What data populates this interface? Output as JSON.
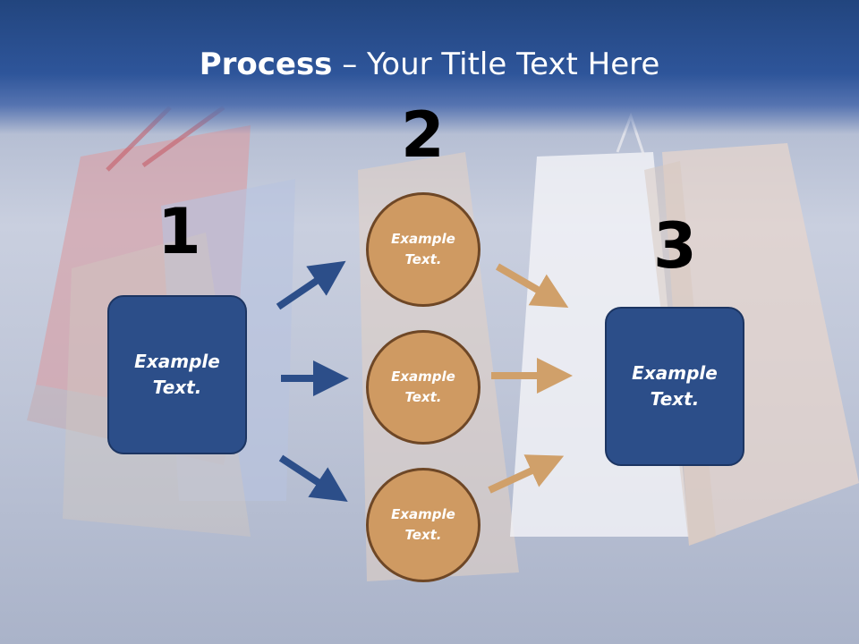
{
  "title": {
    "bold": "Process",
    "rest": " – Your Title Text Here"
  },
  "steps": {
    "one": "1",
    "two": "2",
    "three": "3"
  },
  "left_box": "Example\nText.",
  "right_box": "Example\nText.",
  "circles": [
    "Example\nText.",
    "Example\nText.",
    "Example\nText."
  ],
  "colors": {
    "box": "#2c4e89",
    "circle": "#cf9a62",
    "arrow_blue": "#2c4e89",
    "arrow_tan": "#d0a06a"
  }
}
